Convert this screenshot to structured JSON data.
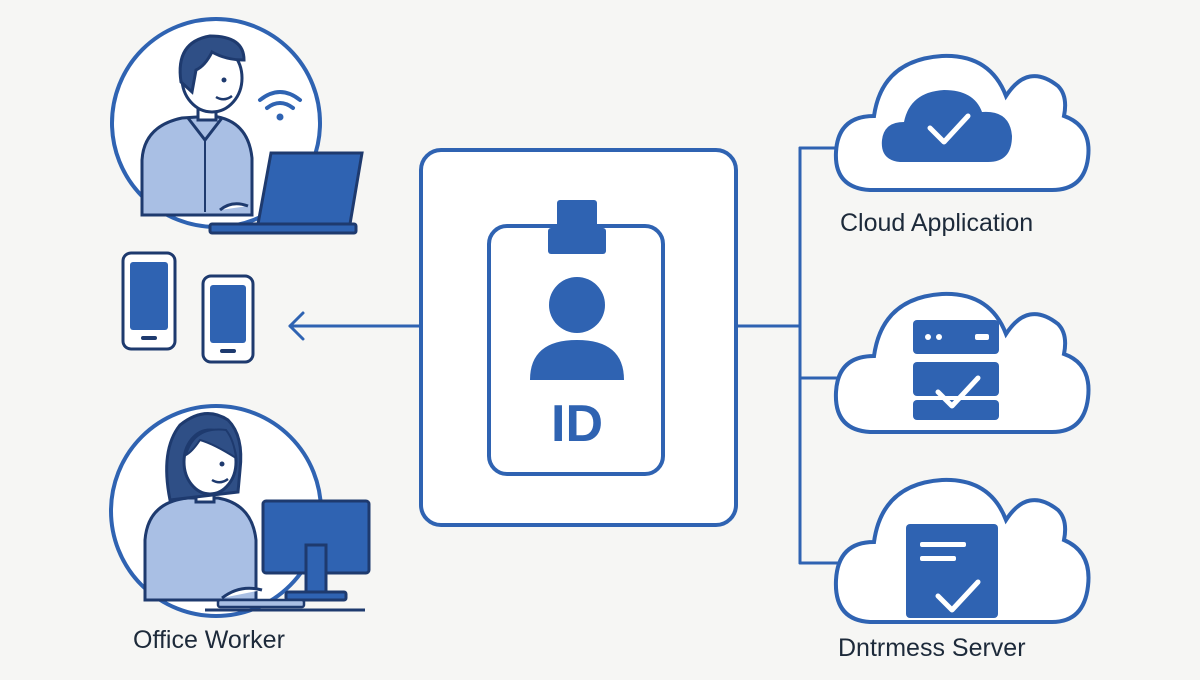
{
  "colors": {
    "primary": "#2f63b2",
    "light_fill": "#a9bfe4",
    "outline": "#1e3a6e",
    "background": "#f6f6f4",
    "text": "#1d2a3a"
  },
  "left": {
    "person_label": "Office Worker",
    "icons": [
      "person-with-laptop-icon",
      "wifi-icon",
      "smartphone-icon",
      "person-at-desktop-icon"
    ]
  },
  "center": {
    "badge_text": "ID",
    "icons": [
      "id-badge-icon",
      "user-silhouette-icon",
      "left-arrow-icon"
    ]
  },
  "right": {
    "items": [
      {
        "label": "Cloud Application",
        "icon": "cloud-check-icon"
      },
      {
        "label": "",
        "icon": "server-rack-check-icon"
      },
      {
        "label": "Dntrmess  Server",
        "icon": "document-server-check-icon"
      }
    ]
  }
}
